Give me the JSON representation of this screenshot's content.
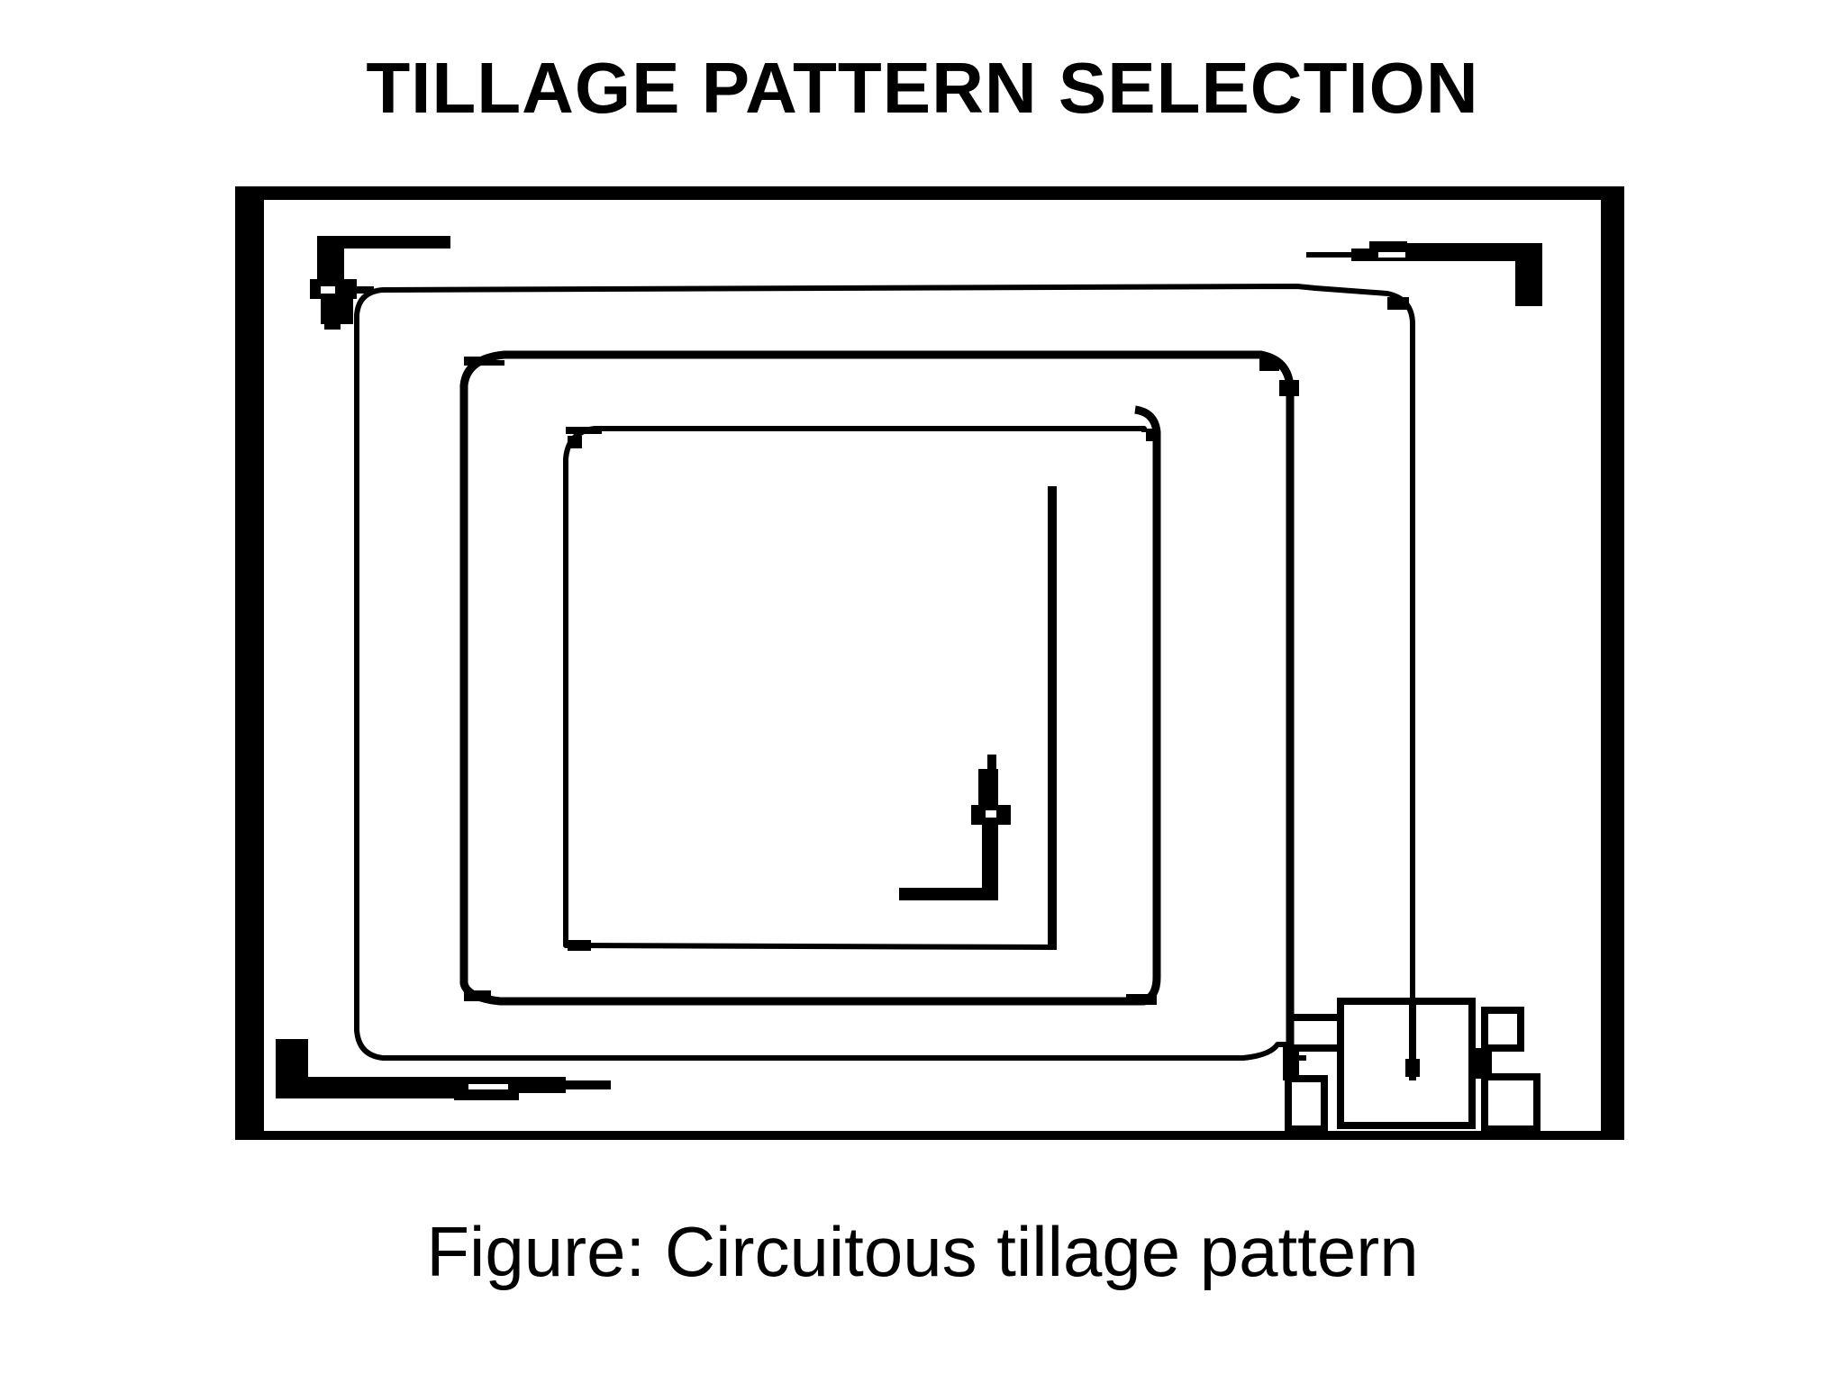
{
  "slide": {
    "title": "TILLAGE PATTERN SELECTION",
    "caption": "Figure: Circuitous tillage pattern"
  },
  "diagram": {
    "stroke_color": "#000000",
    "background_color": "#ffffff",
    "pattern": "circuitous",
    "tractor_icon_count": 4
  }
}
